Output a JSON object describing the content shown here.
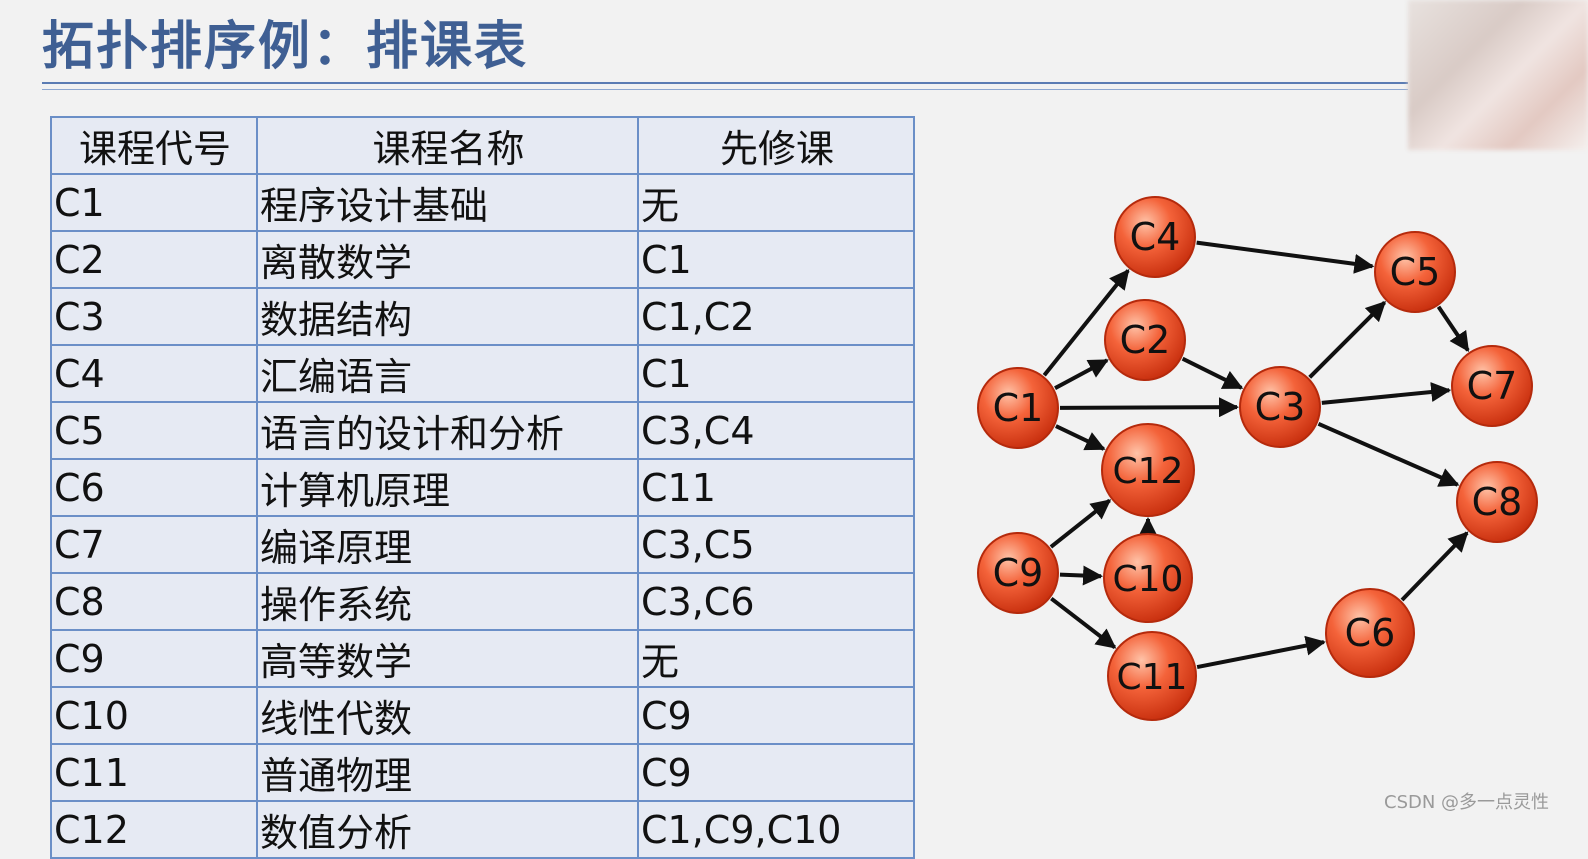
{
  "title": "拓扑排序例：排课表",
  "table": {
    "headers": [
      "课程代号",
      "课程名称",
      "先修课"
    ],
    "rows": [
      [
        "C1",
        "程序设计基础",
        "无"
      ],
      [
        "C2",
        "离散数学",
        "C1"
      ],
      [
        "C3",
        "数据结构",
        "C1,C2"
      ],
      [
        "C4",
        "汇编语言",
        "C1"
      ],
      [
        "C5",
        "语言的设计和分析",
        "C3,C4"
      ],
      [
        "C6",
        "计算机原理",
        "C11"
      ],
      [
        "C7",
        "编译原理",
        "C3,C5"
      ],
      [
        "C8",
        "操作系统",
        "C3,C6"
      ],
      [
        "C9",
        "高等数学",
        "无"
      ],
      [
        "C10",
        "线性代数",
        "C9"
      ],
      [
        "C11",
        "普通物理",
        "C9"
      ],
      [
        "C12",
        "数值分析",
        "C1,C9,C10"
      ]
    ]
  },
  "graph": {
    "nodes": [
      "C1",
      "C2",
      "C3",
      "C4",
      "C5",
      "C6",
      "C7",
      "C8",
      "C9",
      "C10",
      "C11",
      "C12"
    ],
    "edges": [
      [
        "C1",
        "C4"
      ],
      [
        "C1",
        "C2"
      ],
      [
        "C1",
        "C3"
      ],
      [
        "C1",
        "C12"
      ],
      [
        "C2",
        "C3"
      ],
      [
        "C4",
        "C5"
      ],
      [
        "C3",
        "C5"
      ],
      [
        "C3",
        "C7"
      ],
      [
        "C3",
        "C8"
      ],
      [
        "C5",
        "C7"
      ],
      [
        "C9",
        "C12"
      ],
      [
        "C9",
        "C10"
      ],
      [
        "C9",
        "C11"
      ],
      [
        "C10",
        "C12"
      ],
      [
        "C11",
        "C6"
      ],
      [
        "C6",
        "C8"
      ]
    ],
    "node_color": "#e8401c",
    "edge_color": "#111111"
  },
  "watermark": "CSDN @多一点灵性"
}
